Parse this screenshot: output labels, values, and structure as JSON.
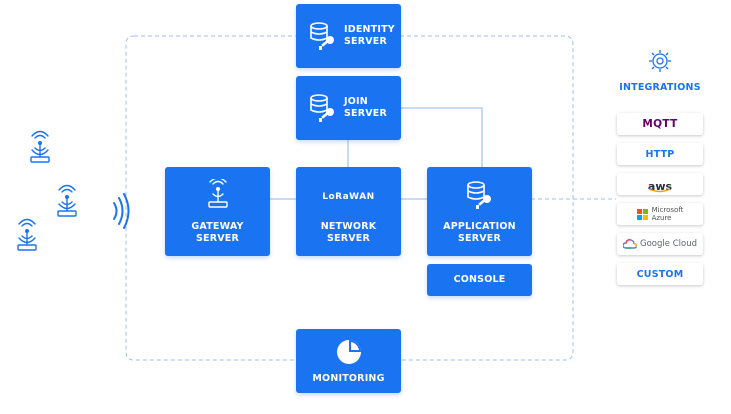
{
  "colors": {
    "primary": "#1a73f0",
    "line": "#8fb7f2",
    "dashed": "#9cc0f0",
    "pill_text": "#1a73f0",
    "mqtt": "#660066",
    "aws_arrow": "#ff9900",
    "ms_red": "#f25022",
    "ms_green": "#7fba00",
    "ms_blue": "#00a4ef",
    "ms_yellow": "#ffb900"
  },
  "boxes": {
    "identity": [
      "IDENTITY",
      "SERVER"
    ],
    "join": [
      "JOIN",
      "SERVER"
    ],
    "gateway": [
      "GATEWAY",
      "SERVER"
    ],
    "network": [
      "NETWORK",
      "SERVER"
    ],
    "network_logo": "LoRaWAN",
    "application": [
      "APPLICATION",
      "SERVER"
    ],
    "console": "CONSOLE",
    "monitoring": "MONITORING"
  },
  "integrations": {
    "title": "INTEGRATIONS",
    "mqtt": "MQTT",
    "http": "HTTP",
    "aws": "aws",
    "azure": [
      "Microsoft",
      "Azure"
    ],
    "google": "Google Cloud",
    "custom": "CUSTOM"
  },
  "icons": {
    "database_key": "database-key-icon",
    "antenna": "antenna-icon",
    "pie": "pie-chart-icon",
    "signal": "signal-waves-icon",
    "gear": "gear-icon"
  }
}
